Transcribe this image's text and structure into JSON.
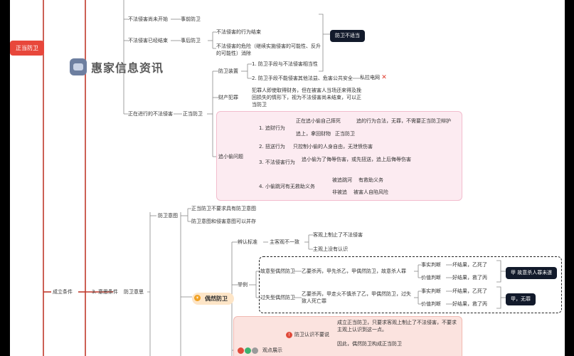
{
  "root": {
    "label": "正当防卫"
  },
  "watermark": {
    "text": "惠家信息资讯"
  },
  "nodes": {
    "not_started": "不法侵害尚未开始",
    "prior_defense": "事前防卫",
    "ended": "不法侵害已经结束",
    "after_defense": "事后防卫",
    "ended_act": "不法侵害的行为结束",
    "ended_danger": "不法侵害的危险（继续实施侵害的可能性、反升的可能性）消除",
    "not_proper": "防卫不适当",
    "ongoing": "正在进行的不法侵害",
    "proper_defense": "正当防卫",
    "defense_device": "防卫装置",
    "device_1": "1. 防卫手段与不法侵害相当性",
    "device_2": "2. 防卫手段不能侵害其他法益、危害公共安全",
    "private_grid": "私拉电网",
    "property_crime": "财产犯罪",
    "property_text": "犯罪人即使取得财务，但在被害人当场还来得及挽回损失的情形下，视为不法侵害尚未结束，可以正当防卫",
    "thief_issue": "追小偷问题",
    "chase_1": "1. 追财行为",
    "chase_1a": "正在追小偷自己摔死",
    "chase_1a_r": "追的行为合法，无罪，不需要正当防卫辩护",
    "chase_1b": "追上，拿回财物",
    "chase_1b_r": "正当防卫",
    "chase_2": "2. 扭送行为",
    "chase_2_r": "只控制小偷的人身自由，无泄愤伤害",
    "chase_3": "3. 不法侵害行为",
    "chase_3_r": "追小偷为了侮辱伤害，或先扭送，追上后侮辱伤害",
    "chase_4": "4. 小偷跳河有无救助义务",
    "chase_4a": "被追跳河",
    "chase_4a_r": "有救助义务",
    "chase_4b": "非被追",
    "chase_4b_r": "被害人自陷风险",
    "establish": "成立条件",
    "intent_cond": "3. 意思条件",
    "defense_intent": "防卫意思",
    "defense_intent2": "防卫意图",
    "intent_a": "正当防卫不要求具有防卫意图",
    "intent_b": "防卫意图和侵害意图可以并存",
    "accidental": "偶然防卫",
    "criteria": "辨认标准",
    "subj_obj": "主客观不一致",
    "obj_stop": "客观上制止了不法侵害",
    "subj_none": "主观上没有认识",
    "example": "举例",
    "ex_intentional": "故意型偶然防卫",
    "ex_intentional_d": "乙要杀丙，甲先杀乙，甲偶然防卫，故意杀人罪",
    "ex_negligent": "过失型偶然防卫",
    "ex_negligent_d": "乙要杀丙，甲走火不慎杀了乙，甲偶然防卫，过失致人死亡罪",
    "fact_judge": "事实判断",
    "value_judge": "价值判断",
    "bad_result": "坏结果，乙死了",
    "good_result": "好结果，救了丙",
    "verdict_1": "甲 故意杀人罪未遂",
    "verdict_2": "甲，无罪",
    "viewpoints": "观点展示",
    "view_1": "防卫认识不要说",
    "view_1_a": "成立正当防卫，只要求客观上制止了不法侵害，不要求主观上认识到这一点。",
    "view_1_b": "因此，偶然防卫构成正当防卫"
  },
  "colors": {
    "root_bg": "#e8473b",
    "main_line": "#c0392b",
    "dark_box": "#121a2b",
    "pink_zone": "#fcebf1"
  }
}
